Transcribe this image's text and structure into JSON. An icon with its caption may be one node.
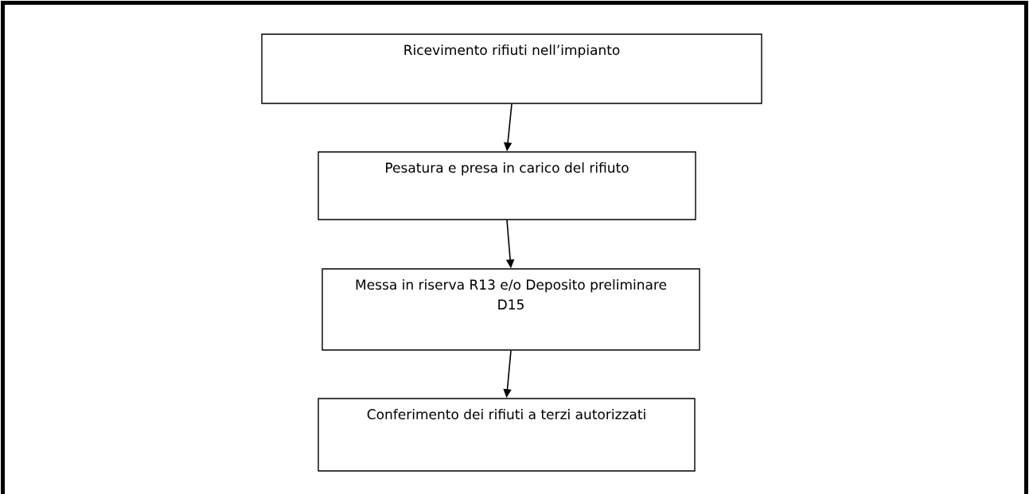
{
  "diagram": {
    "nodes": [
      {
        "text": [
          "Ricevimento rifiuti nell’impianto"
        ]
      },
      {
        "text": [
          "Pesatura e presa in carico del rifiuto"
        ]
      },
      {
        "text": [
          "Messa in riserva R13 e/o Deposito preliminare D15"
        ]
      },
      {
        "text": [
          "Conferimento dei rifiuti a terzi autorizzati"
        ]
      }
    ],
    "edges": [
      {
        "from": 0,
        "to": 1,
        "arrow": "to"
      },
      {
        "from": 1,
        "to": 2,
        "arrow": "to"
      },
      {
        "from": 2,
        "to": 3,
        "arrow": "to"
      }
    ]
  }
}
